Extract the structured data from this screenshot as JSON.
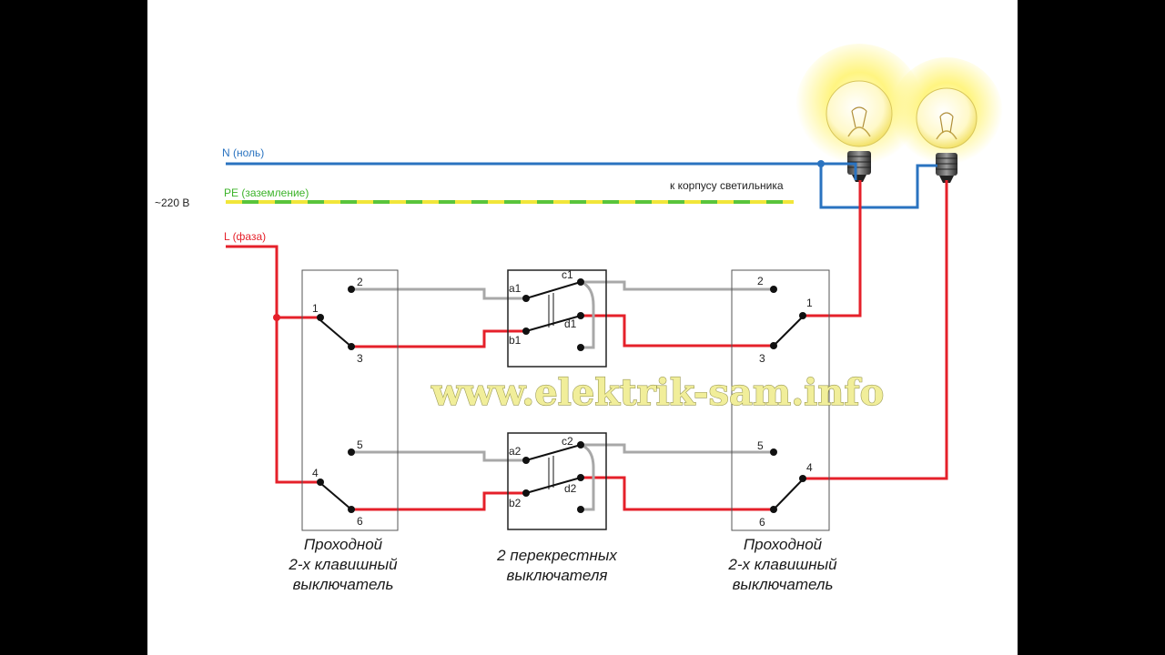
{
  "colors": {
    "neutral": "#2a73c0",
    "phase": "#e5202a",
    "gray": "#a0a0a0",
    "pe_green": "#59c43b",
    "pe_yellow": "#f1e63a",
    "watermark": "#f1ee9a"
  },
  "labels": {
    "voltage": "~220 В",
    "n_wire": "N (ноль)",
    "pe_wire": "PE (заземление)",
    "l_wire": "L (фаза)",
    "to_housing": "к корпусу светильника"
  },
  "left_switch": {
    "t1": "1",
    "t2": "2",
    "t3": "3",
    "t4": "4",
    "t5": "5",
    "t6": "6",
    "caption": [
      "Проходной",
      "2-х клавишный",
      "выключатель"
    ]
  },
  "cross_switch_top": {
    "a": "a1",
    "b": "b1",
    "c": "c1",
    "d": "d1"
  },
  "cross_switch_bottom": {
    "a": "a2",
    "b": "b2",
    "c": "c2",
    "d": "d2"
  },
  "cross_caption": [
    "2 перекрестных",
    "выключателя"
  ],
  "right_switch": {
    "t1": "1",
    "t2": "2",
    "t3": "3",
    "t4": "4",
    "t5": "5",
    "t6": "6",
    "caption": [
      "Проходной",
      "2-х клавишный",
      "выключатель"
    ]
  },
  "watermark": "www.elektrik-sam.info",
  "lamps": [
    {
      "icon": "light-bulb-icon"
    },
    {
      "icon": "light-bulb-icon"
    }
  ]
}
